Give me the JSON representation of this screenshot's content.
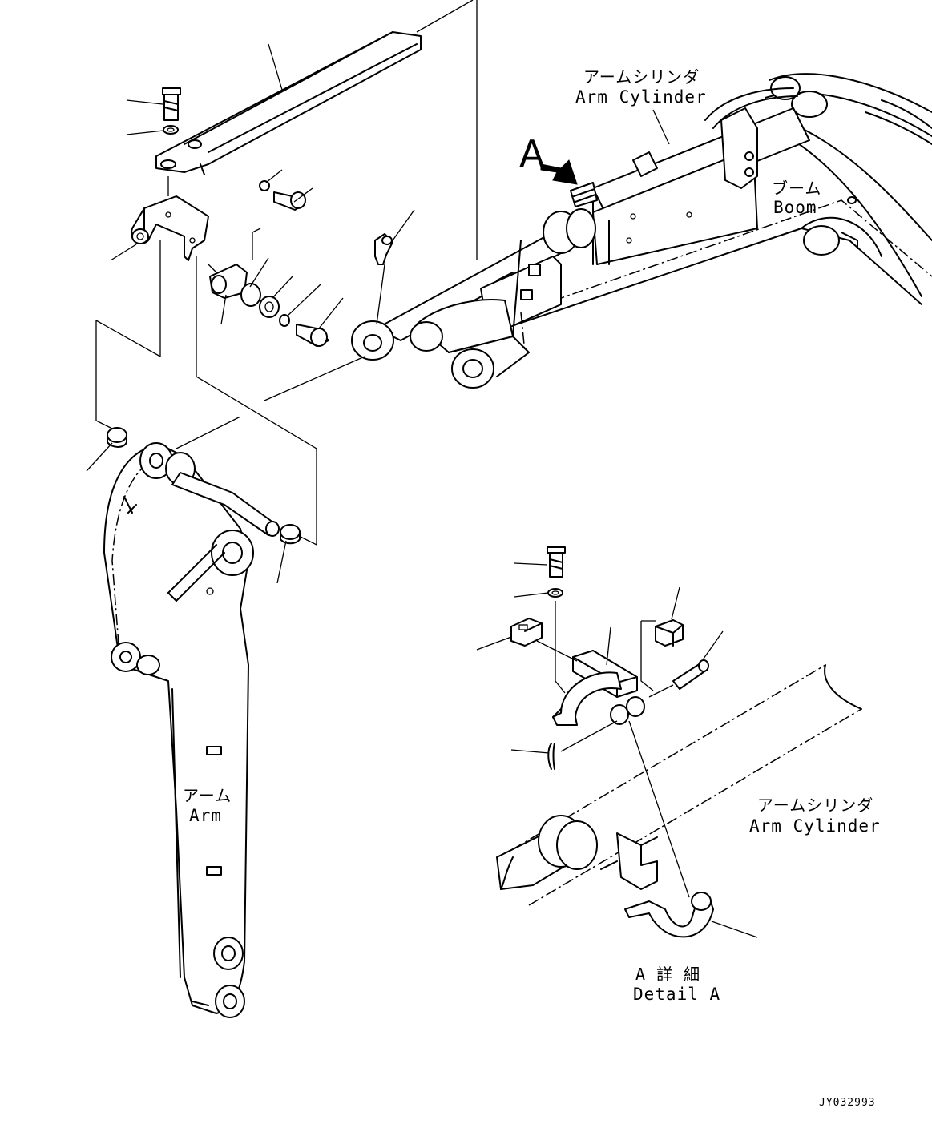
{
  "labels": {
    "arm_cylinder_top_jp": "アームシリンダ",
    "arm_cylinder_top_en": "Arm Cylinder",
    "boom_jp": "ブーム",
    "boom_en": "Boom",
    "arm_jp": "アーム",
    "arm_en": "Arm",
    "arm_cylinder_detail_jp": "アームシリンダ",
    "arm_cylinder_detail_en": "Arm Cylinder",
    "detail_a_jp": "A 詳 細",
    "detail_a_en": "Detail A",
    "view_callout": "A",
    "drawing_code": "JY032993"
  }
}
